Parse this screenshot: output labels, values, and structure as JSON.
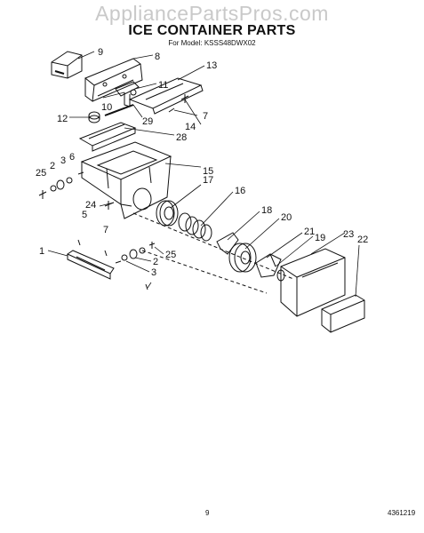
{
  "watermark": "AppliancePartsPros.com",
  "title": "ICE CONTAINER PARTS",
  "subtitle": "For Model: KSSS48DWX02",
  "page_number": "9",
  "document_number": "4361219",
  "callouts": {
    "c1": "1",
    "c2a": "2",
    "c2b": "2",
    "c3a": "3",
    "c3b": "3",
    "c5": "5",
    "c6": "6",
    "c7a": "7",
    "c7b": "7",
    "c8": "8",
    "c9": "9",
    "c10": "10",
    "c11": "11",
    "c12": "12",
    "c13": "13",
    "c14": "14",
    "c15": "15",
    "c16": "16",
    "c17": "17",
    "c18": "18",
    "c19": "19",
    "c20": "20",
    "c21": "21",
    "c22": "22",
    "c23": "23",
    "c24": "24",
    "c25a": "25",
    "c25b": "25",
    "c28": "28",
    "c29": "29"
  }
}
